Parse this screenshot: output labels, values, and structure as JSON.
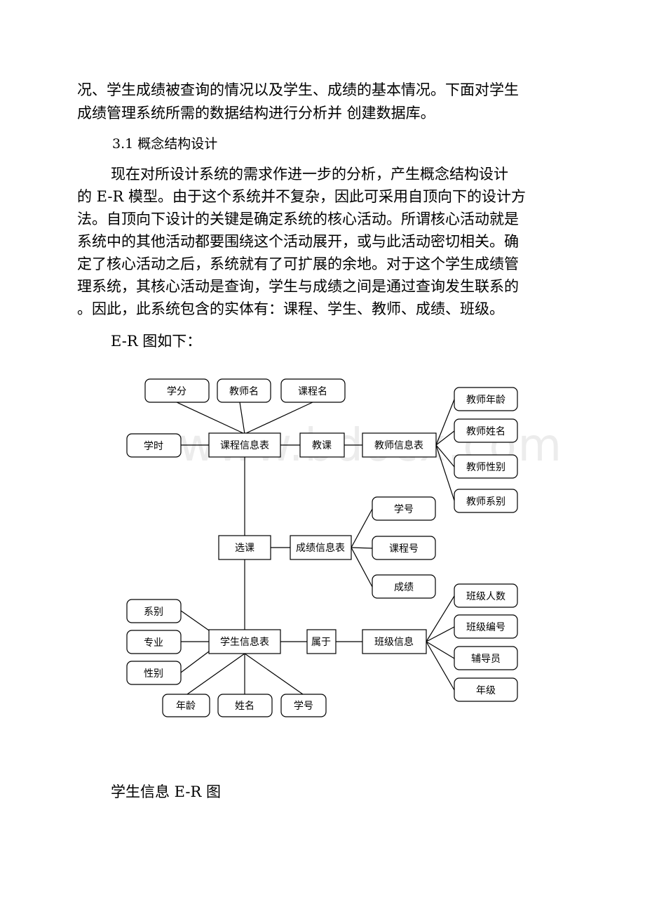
{
  "paragraph1": {
    "lines": [
      "况、学生成绩被查询的情况以及学生、成绩的基本情况。下面对学生",
      "成绩管理系统所需的数据结构进行分析并 创建数据库。"
    ]
  },
  "section_heading": "3.1 概念结构设计",
  "paragraph2": {
    "lines": [
      "现在对所设计系统的需求作进一步的分析，产生概念结构设计",
      "的 E-R 模型。由于这个系统并不复杂，因此可采用自顶向下的设计方",
      "法。自顶向下设计的关键是确定系统的核心活动。所谓核心活动就是",
      "系统中的其他活动都要围绕这个活动展开，或与此活动密切相关。确",
      "定了核心活动之后，系统就有了可扩展的余地。对于这个学生成绩管",
      "理系统，其核心活动是查询，学生与成绩之间是通过查询发生联系的",
      "。因此，此系统包含的实体有：课程、学生、教师、成绩、班级。"
    ]
  },
  "er_intro": "E-R 图如下：",
  "watermark": "www.bdocx.com",
  "diagram": {
    "entities": {
      "course": "课程信息表",
      "teacher": "教师信息表",
      "grade": "成绩信息表",
      "student": "学生信息表",
      "class": "班级信息"
    },
    "relationships": {
      "teach": "教课",
      "select": "选课",
      "belong": "属于"
    },
    "attributes": {
      "credit": "学分",
      "teacher_name": "教师名",
      "course_name": "课程名",
      "hours": "学时",
      "teacher_age": "教师年龄",
      "teacher_surname": "教师姓名",
      "teacher_gender": "教师性别",
      "teacher_dept": "教师系别",
      "grade_student_no": "学号",
      "grade_course_no": "课程号",
      "grade_score": "成绩",
      "student_dept": "系别",
      "student_major": "专业",
      "student_gender": "性别",
      "student_age": "年龄",
      "student_name": "姓名",
      "student_no": "学号",
      "class_size": "班级人数",
      "class_no": "班级编号",
      "class_counselor": "辅导员",
      "class_year": "年级"
    }
  },
  "figure_caption": "学生信息 E-R 图"
}
